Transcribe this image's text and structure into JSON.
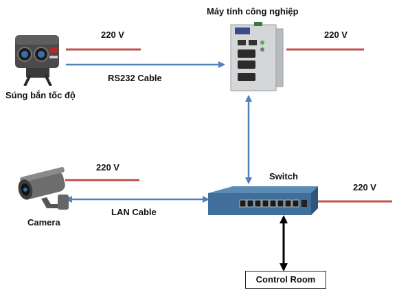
{
  "labels": {
    "radar_power": "220 V",
    "ipc_title": "Máy tính công nghiệp",
    "ipc_power": "220 V",
    "rs232": "RS232 Cable",
    "radar_name": "Súng bắn tốc độ",
    "camera_power": "220 V",
    "switch_name": "Switch",
    "switch_power": "220 V",
    "lan": "LAN Cable",
    "camera_name": "Camera",
    "control_room": "Control Room"
  },
  "colors": {
    "power_line": "#c0504d",
    "data_line": "#4f81bd",
    "control_line": "#000000"
  }
}
